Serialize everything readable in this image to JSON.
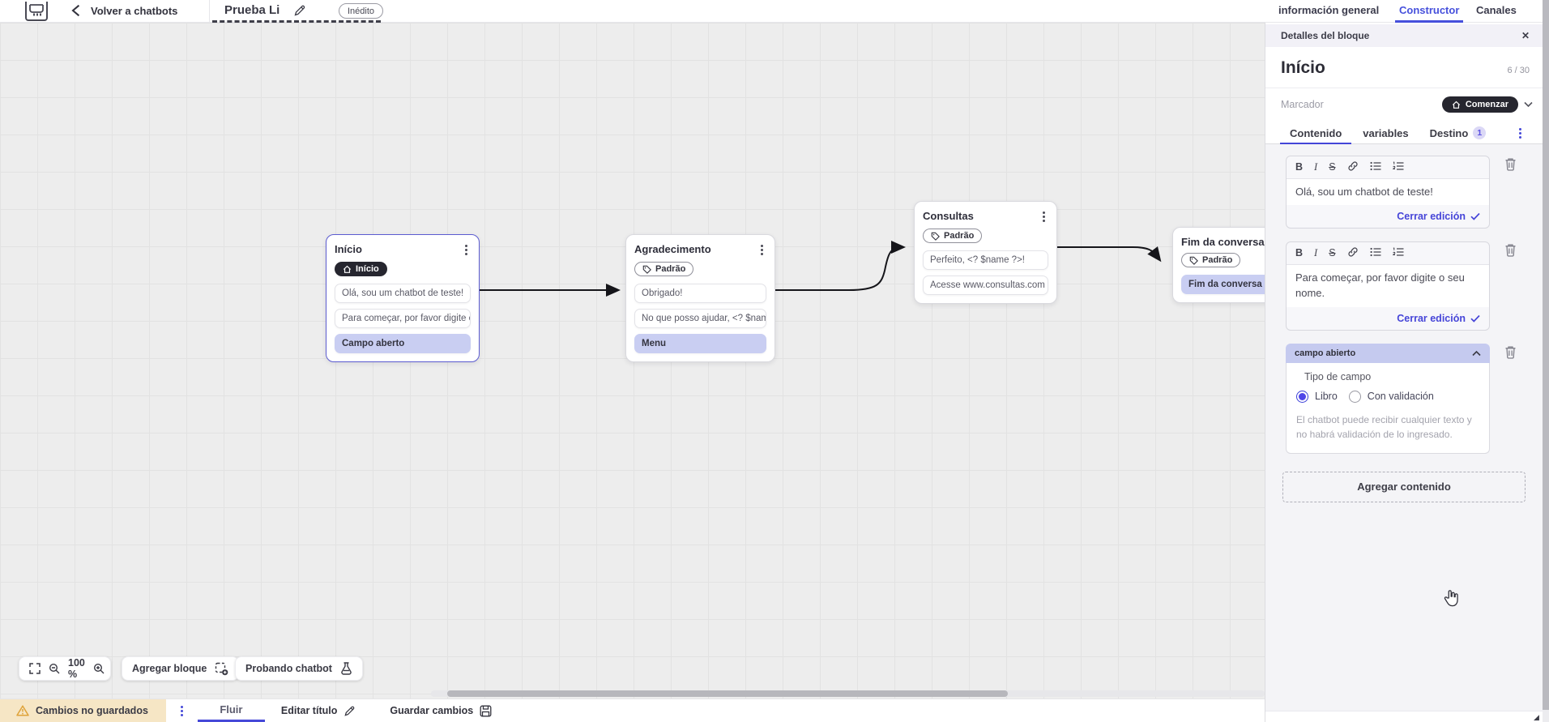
{
  "header": {
    "back_label": "Volver a chatbots",
    "title": "Prueba Li",
    "status_badge": "Inédito",
    "tabs": [
      {
        "label": "información general",
        "active": false
      },
      {
        "label": "Constructor",
        "active": true
      },
      {
        "label": "Canales",
        "active": false
      }
    ]
  },
  "canvas": {
    "nodes": [
      {
        "title": "Início",
        "badge": "Início",
        "items": [
          {
            "text": "Olá, sou um chatbot de teste!",
            "highlight": false
          },
          {
            "text": "Para começar, por favor digite o ...",
            "highlight": false
          },
          {
            "text": "Campo aberto",
            "highlight": true
          }
        ]
      },
      {
        "title": "Agradecimento",
        "badge": "Padrão",
        "items": [
          {
            "text": "Obrigado!",
            "highlight": false
          },
          {
            "text": "No que posso ajudar, <? $name ...",
            "highlight": false
          },
          {
            "text": "Menu",
            "highlight": true
          }
        ]
      },
      {
        "title": "Consultas",
        "badge": "Padrão",
        "items": [
          {
            "text": "Perfeito, <? $name ?>!",
            "highlight": false
          },
          {
            "text": "Acesse www.consultas.com par...",
            "highlight": false
          }
        ]
      },
      {
        "title": "Fim da conversa",
        "badge": "Padrão",
        "items": [
          {
            "text": "Fim da conversa",
            "highlight": true
          }
        ]
      }
    ],
    "controls": {
      "zoom_level": "100 %",
      "add_block_label": "Agregar bloque",
      "test_label": "Probando chatbot"
    }
  },
  "panel": {
    "header": "Detalles del bloque",
    "block_title": "Início",
    "counter": "6 / 30",
    "marker_label": "Marcador",
    "marker_button": "Comenzar",
    "tabs": [
      {
        "label": "Contenido",
        "active": true
      },
      {
        "label": "variables",
        "active": false
      },
      {
        "label": "Destino",
        "active": false,
        "badge": "1"
      }
    ],
    "editor_toolbar": {
      "bold": "B",
      "italic": "I",
      "strike": "S"
    },
    "editors": [
      {
        "text": "Olá, sou um chatbot de teste!",
        "close_label": "Cerrar edición"
      },
      {
        "text": "Para começar, por favor digite o seu nome.",
        "close_label": "Cerrar edición"
      }
    ],
    "field_section": {
      "title": "campo abierto",
      "type_label": "Tipo de campo",
      "options": [
        {
          "label": "Libro",
          "selected": true
        },
        {
          "label": "Con validación",
          "selected": false
        }
      ],
      "helper": "El chatbot puede recibir cualquier texto y no habrá validación de lo ingresado."
    },
    "add_content_label": "Agregar contenido"
  },
  "footer": {
    "unsaved_label": "Cambios no guardados",
    "flow_tab": "Fluir",
    "edit_title_label": "Editar título",
    "save_label": "Guardar cambios"
  },
  "colors": {
    "accent": "#4649d8",
    "highlight_item": "#c9cef2",
    "dark_badge": "#26262f",
    "warning_bg": "#f6e6c5",
    "warning_icon": "#dfa33a",
    "canvas_bg": "#ededed",
    "grid_line": "#e2e2e2",
    "section_header_bg": "#c5caef"
  }
}
